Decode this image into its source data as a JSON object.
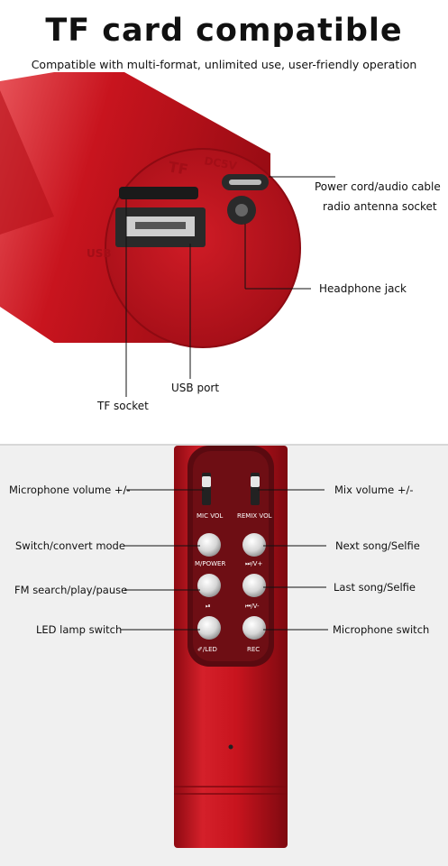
{
  "header": {
    "title": "TF card compatible",
    "subtitle": "Compatible with multi-format, unlimited use, user-friendly operation"
  },
  "top_callouts": {
    "power_line1": "Power cord/audio cable",
    "power_line2": "radio antenna socket",
    "headphone": "Headphone jack",
    "usb": "USB port",
    "tf": "TF socket"
  },
  "device_print": {
    "tf": "TF",
    "dc5v": "DC5V",
    "usb": "USB"
  },
  "bottom_callouts": {
    "mic_volume": "Microphone volume +/-",
    "mix_volume": "Mix volume +/-",
    "switch_mode": "Switch/convert mode",
    "next_song": "Next song/Selfie",
    "fm_search": "FM search/play/pause",
    "last_song": "Last song/Selfie",
    "led_switch": "LED lamp switch",
    "mic_switch": "Microphone switch"
  },
  "panel_labels": {
    "mic_vol": "MIC VOL",
    "remix_vol": "REMIX VOL",
    "m_power": "M/POWER",
    "next_v": "⏭/V+",
    "play": "⏯",
    "prev_v": "⏮/V-",
    "led": "✐/LED",
    "rec": "REC"
  },
  "colors": {
    "device_red": "#c8141e",
    "device_dark": "#8e0a12",
    "panel": "#5a0a10"
  }
}
